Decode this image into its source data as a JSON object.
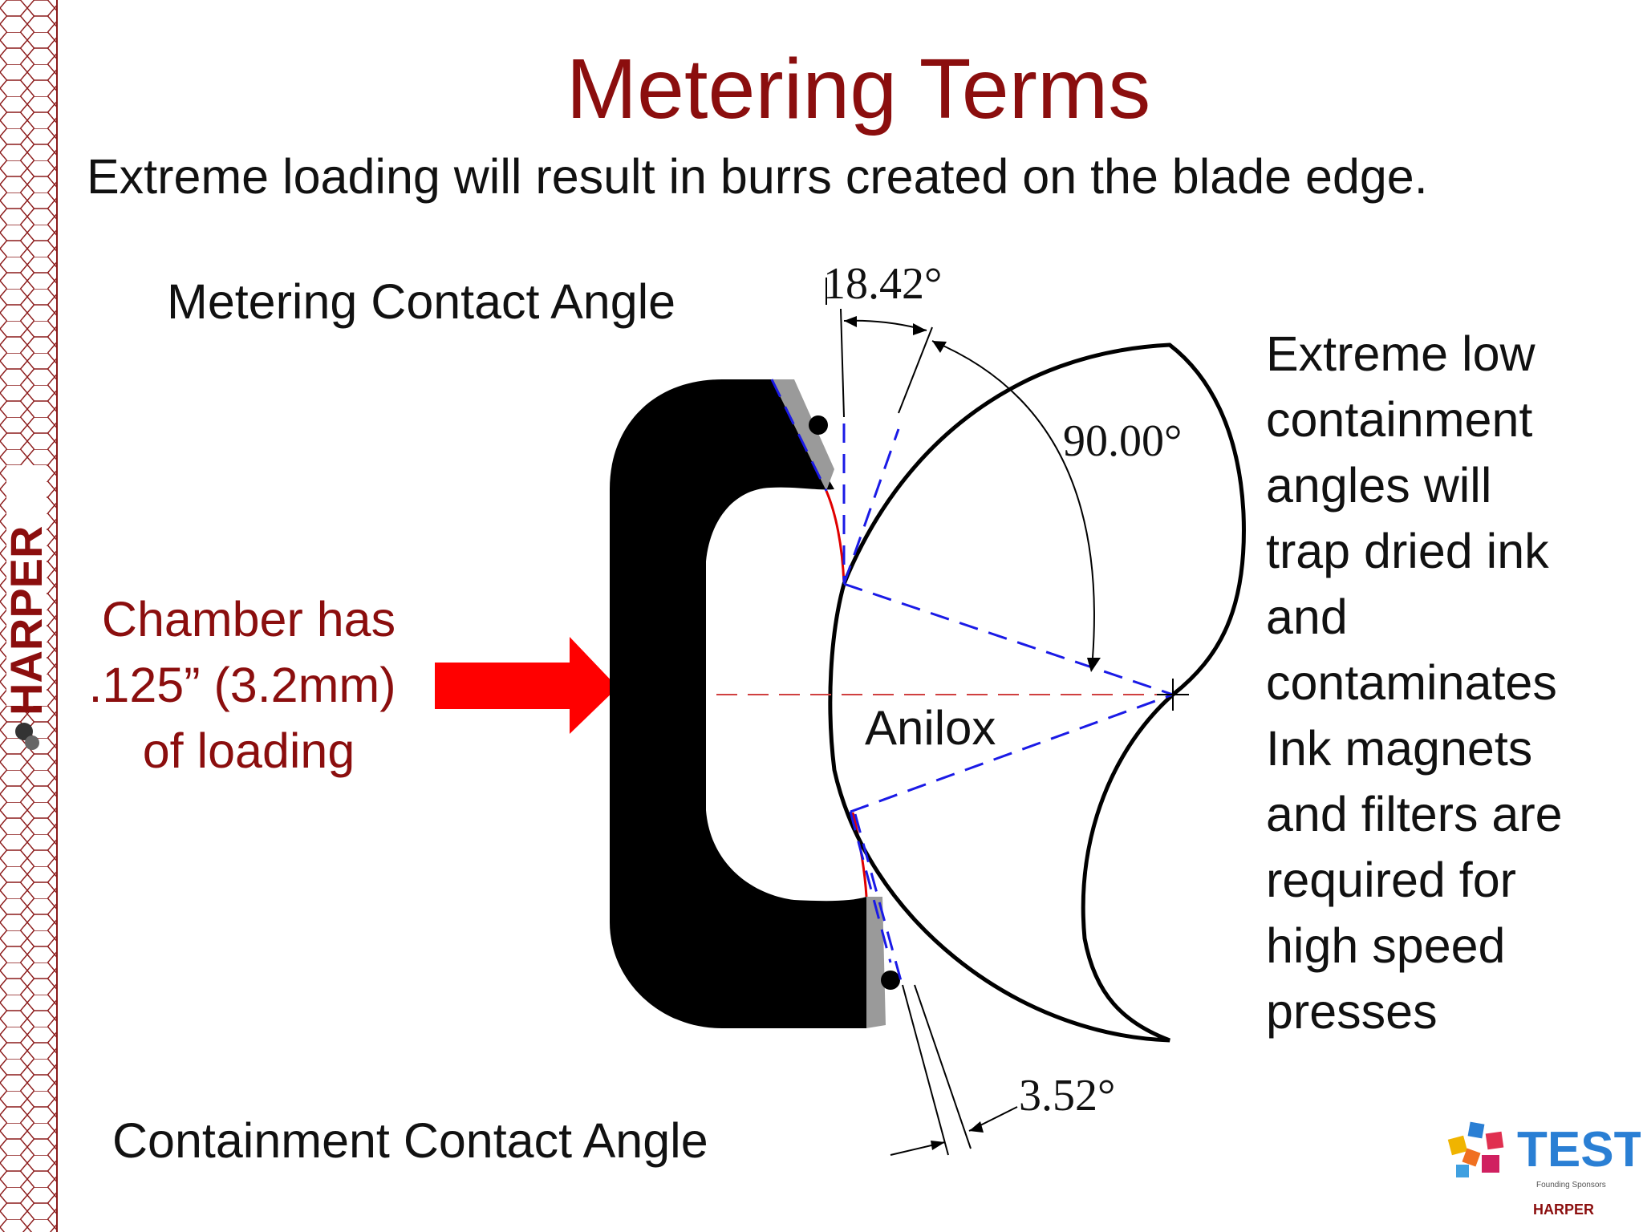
{
  "slide": {
    "title": "Metering Terms",
    "subtitle": "Extreme loading will result in burrs created on the blade edge.",
    "metering_label": "Metering Contact Angle",
    "containment_label": "Containment Contact Angle",
    "chamber_note": [
      "Chamber has",
      ".125” (3.2mm)",
      "of loading"
    ],
    "right_note": [
      "Extreme low",
      "containment",
      "angles will",
      "trap dried ink",
      "and",
      "contaminates",
      "Ink magnets",
      "and filters are",
      "required for",
      "high speed",
      "presses"
    ]
  },
  "diagram": {
    "anilox_label": "Anilox",
    "angle_top": "18.42°",
    "angle_arc": "90.00°",
    "angle_bottom": "3.52°"
  },
  "logos": {
    "harper_vertical": "HARPER",
    "test_text": "TEST",
    "test_subtext": "Founding Sponsors",
    "test_harper": "HARPER"
  },
  "colors": {
    "title_red": "#8b0e0e",
    "arrow_red": "#ff0000",
    "dash_blue": "#1a1ae6",
    "dash_red": "#d04040",
    "hex_pattern": "#8b1a1a"
  }
}
